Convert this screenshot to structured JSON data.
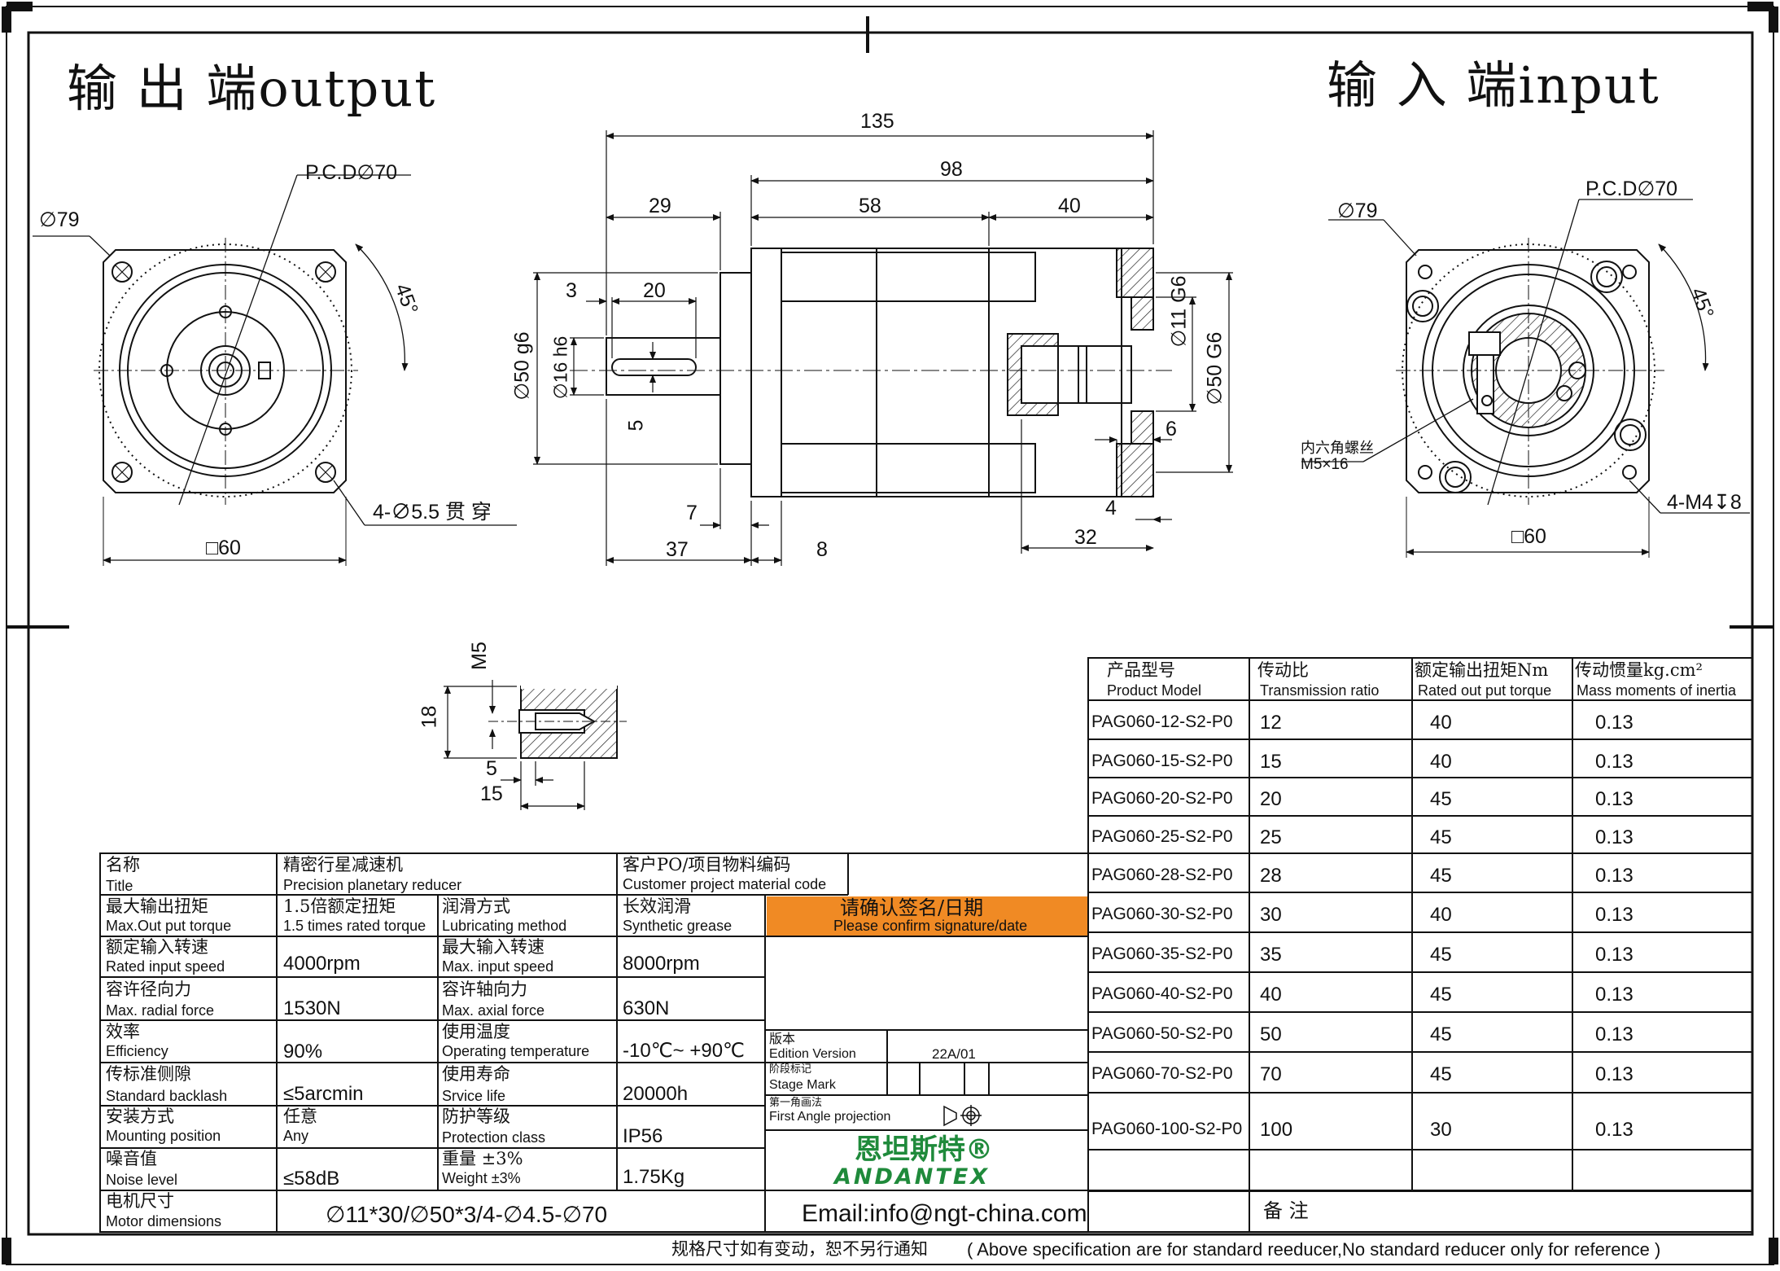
{
  "headers": {
    "output": "输 出 端output",
    "input": "输 入 端input"
  },
  "dimensions": {
    "pcd_left": "P.C.D∅70",
    "dia79_left": "∅79",
    "angle_left": "45°",
    "holes_left": "4-∅5.5  贯 穿",
    "square_left": "□60",
    "d135": "135",
    "d98": "98",
    "d29": "29",
    "d58": "58",
    "d40": "40",
    "d3": "3",
    "d20": "20",
    "d5": "5",
    "d50g6": "∅50 g6",
    "d16h6": "∅16 h6",
    "d11G6": "∅11 G6",
    "d50G6": "∅50 G6",
    "d6": "6",
    "d7": "7",
    "d37": "37",
    "d8": "8",
    "d4": "4",
    "d32": "32",
    "pcd_right": "P.C.D∅70",
    "dia79_right": "∅79",
    "angle_right": "45°",
    "screw_cn": "内六角螺丝",
    "screw_size": "M5×16",
    "holes_right": "4-M4↧8",
    "square_right": "□60",
    "detail_m5": "M5",
    "detail_18": "18",
    "detail_5": "5",
    "detail_15": "15"
  },
  "model_table": {
    "headers": [
      {
        "cn": "产品型号",
        "en": "Product Model"
      },
      {
        "cn": "传动比",
        "en": "Transmission ratio"
      },
      {
        "cn": "额定输出扭矩Nm",
        "en": "Rated out put torque"
      },
      {
        "cn": "传动惯量kg.cm²",
        "en": "Mass moments of inertia"
      }
    ],
    "rows": [
      [
        "PAG060-12-S2-P0",
        "12",
        "40",
        "0.13"
      ],
      [
        "PAG060-15-S2-P0",
        "15",
        "40",
        "0.13"
      ],
      [
        "PAG060-20-S2-P0",
        "20",
        "45",
        "0.13"
      ],
      [
        "PAG060-25-S2-P0",
        "25",
        "45",
        "0.13"
      ],
      [
        "PAG060-28-S2-P0",
        "28",
        "45",
        "0.13"
      ],
      [
        "PAG060-30-S2-P0",
        "30",
        "40",
        "0.13"
      ],
      [
        "PAG060-35-S2-P0",
        "35",
        "45",
        "0.13"
      ],
      [
        "PAG060-40-S2-P0",
        "40",
        "45",
        "0.13"
      ],
      [
        "PAG060-50-S2-P0",
        "50",
        "45",
        "0.13"
      ],
      [
        "PAG060-70-S2-P0",
        "70",
        "45",
        "0.13"
      ],
      [
        "PAG060-100-S2-P0",
        "100",
        "30",
        "0.13"
      ]
    ]
  },
  "spec": {
    "name_cn": "名称",
    "name_en": "Title",
    "name_val_cn": "精密行星减速机",
    "name_val_en": "Precision planetary reducer",
    "cust_cn": "客户PO/项目物料编码",
    "cust_en": "Customer project material code",
    "maxtorque_cn": "最大输出扭矩",
    "maxtorque_en": "Max.Out put torque",
    "maxtorque_val_cn": "1.5倍额定扭矩",
    "maxtorque_val_en": "1.5 times rated torque",
    "lub_cn": "润滑方式",
    "lub_en": "Lubricating method",
    "lub_val_cn": "长效润滑",
    "lub_val_en": "Synthetic grease",
    "confirm_cn": "请确认签名/日期",
    "confirm_en": "Please confirm signature/date",
    "rated_speed_cn": "额定输入转速",
    "rated_speed_en": "Rated input speed",
    "rated_speed_val": "4000rpm",
    "max_speed_cn": "最大输入转速",
    "max_speed_en": "Max. input speed",
    "max_speed_val": "8000rpm",
    "radial_cn": "容许径向力",
    "radial_en": "Max. radial force",
    "radial_val": "1530N",
    "axial_cn": "容许轴向力",
    "axial_en": "Max. axial force",
    "axial_val": "630N",
    "eff_cn": "效率",
    "eff_en": "Efficiency",
    "eff_val": "90%",
    "temp_cn": "使用温度",
    "temp_en": "Operating temperature",
    "temp_val": "-10℃~ +90℃",
    "backlash_cn": "传标准侧隙",
    "backlash_en": "Standard backlash",
    "backlash_val": "≤5arcmin",
    "life_cn": "使用寿命",
    "life_en": "Srvice life",
    "life_val": "20000h",
    "mount_cn": "安装方式",
    "mount_en": "Mounting position",
    "mount_val_cn": "任意",
    "mount_val_en": "Any",
    "prot_cn": "防护等级",
    "prot_en": "Protection class",
    "prot_val": "IP56",
    "noise_cn": "噪音值",
    "noise_en": "Noise level",
    "noise_val": "≤58dB",
    "weight_cn": "重量 ±3%",
    "weight_en": "Weight ±3%",
    "weight_val": "1.75Kg",
    "motor_cn": "电机尺寸",
    "motor_en": "Motor dimensions",
    "motor_val": "∅11*30/∅50*3/4-∅4.5-∅70",
    "edition_cn": "版本",
    "edition_en": "Edition Version",
    "edition_val": "22A/01",
    "stage_cn": "阶段标记",
    "stage_en": "Stage Mark",
    "proj_cn": "第一角画法",
    "proj_en": "First Angle projection",
    "logo_cn": "恩坦斯特®",
    "logo_en": "ANDANTEX",
    "email": "Email:info@ngt-china.com",
    "remark": "备 注"
  },
  "footer": {
    "cn": "规格尺寸如有变动，恕不另行通知",
    "en": "( Above specification are for standard reeducer,No standard reducer only for reference )"
  }
}
